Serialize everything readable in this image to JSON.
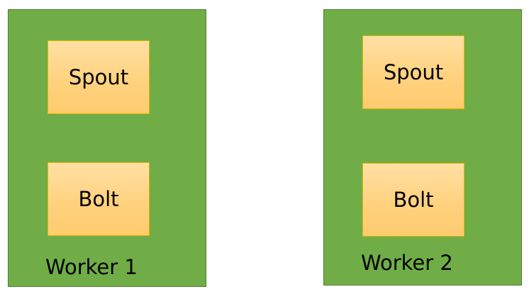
{
  "workers": [
    {
      "label": "Worker 1",
      "spout": "Spout",
      "bolt": "Bolt"
    },
    {
      "label": "Worker 2",
      "spout": "Spout",
      "bolt": "Bolt"
    }
  ],
  "colors": {
    "worker_fill": "#70ad47",
    "worker_border": "#507e32",
    "box_fill": "#ffd27f",
    "box_border": "#e6b400"
  }
}
